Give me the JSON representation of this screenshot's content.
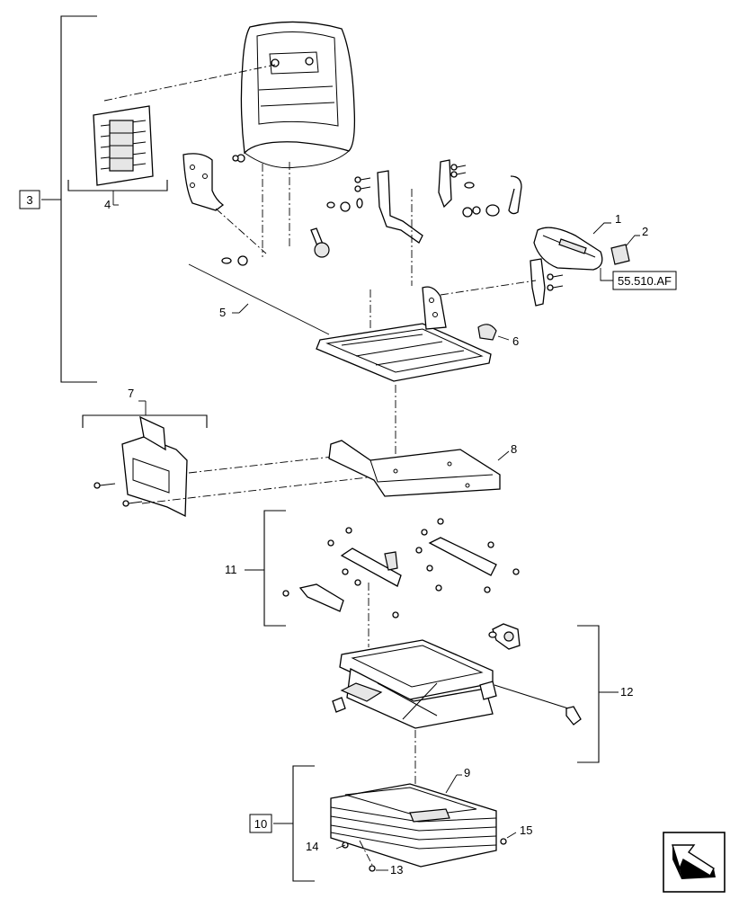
{
  "callouts": {
    "c1": "1",
    "c2": "2",
    "c3": "3",
    "c4": "4",
    "c5": "5",
    "c6": "6",
    "c7": "7",
    "c8": "8",
    "c9": "9",
    "c10": "10",
    "c11": "11",
    "c12": "12",
    "c13": "13",
    "c14": "14",
    "c15": "15"
  },
  "reference_label": "55.510.AF",
  "boxed_callouts": [
    "3",
    "10"
  ],
  "icon": "arrow-orientation-icon"
}
